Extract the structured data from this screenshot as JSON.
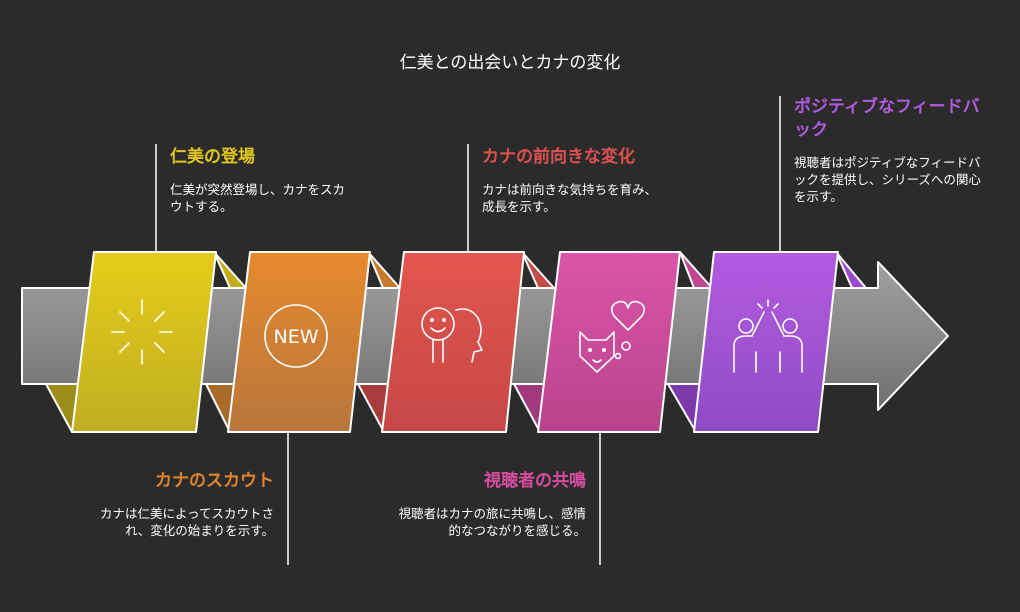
{
  "title": "仁美との出会いとカナの変化",
  "colors": {
    "background": "#2b2b2b",
    "arrow": "#8c8c8c",
    "step1": "#e3c71a",
    "step2": "#e0842e",
    "step3": "#e0524e",
    "step4": "#d94da0",
    "step5": "#a94fd6"
  },
  "steps": [
    {
      "heading": "仁美の登場",
      "body": "仁美が突然登場し、カナをスカウトする。",
      "icon": "sparkle-icon"
    },
    {
      "heading": "カナのスカウト",
      "body": "カナは仁美によってスカウトされ、変化の始まりを示す。",
      "icon": "new-badge-icon"
    },
    {
      "heading": "カナの前向きな変化",
      "body": "カナは前向きな気持ちを育み、成長を示す。",
      "icon": "smiling-head-icon"
    },
    {
      "heading": "視聴者の共鳴",
      "body": "視聴者はカナの旅に共鳴し、感情的なつながりを感じる。",
      "icon": "pet-heart-icon"
    },
    {
      "heading": "ポジティブなフィードバック",
      "body": "視聴者はポジティブなフィードバックを提供し、シリーズへの関心を示す。",
      "icon": "high-five-icon"
    }
  ]
}
